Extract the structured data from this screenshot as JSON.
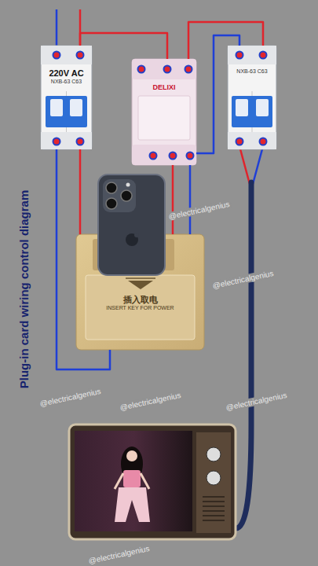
{
  "diagram": {
    "title": "Plug-in card wiring control diagram",
    "nodes": [
      {
        "text": [
          "220V AC",
          "NXB-63 C63"
        ]
      },
      {
        "text": [
          "DELIXI"
        ]
      },
      {
        "text": [
          "NXB-63 C63"
        ]
      },
      {
        "text": [
          "插入取电",
          "INSERT KEY FOR POWER"
        ]
      }
    ],
    "edges": [
      {
        "from": 0,
        "to": 1,
        "arrow": "none"
      },
      {
        "from": 0,
        "to": 3,
        "arrow": "none"
      },
      {
        "from": 0,
        "to": 3,
        "arrow": "none"
      },
      {
        "from": 1,
        "to": 3,
        "arrow": "none"
      },
      {
        "from": 1,
        "to": 3,
        "arrow": "none"
      },
      {
        "from": 1,
        "to": 2,
        "arrow": "none"
      },
      {
        "from": 1,
        "to": 2,
        "arrow": "none"
      }
    ],
    "labels": [
      "@electricalgenius",
      "@electricalgenius",
      "@electricalgenius",
      "@electricalgenius",
      "@electricalgenius",
      "@electricalgenius"
    ]
  }
}
